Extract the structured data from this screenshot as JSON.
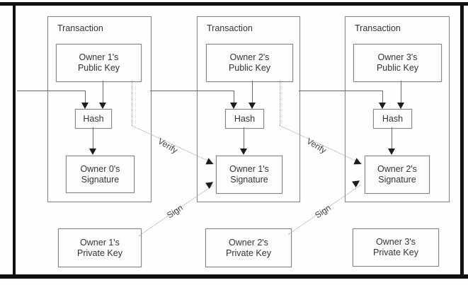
{
  "diagram": {
    "title_semantic": "bitcoin-transaction-chain-diagram",
    "colors": {
      "frame_color": "#111111",
      "line_color": "#666666",
      "box_border_color": "#858585",
      "text_color": "#333333",
      "dotted_color": "#999999",
      "arrow_color": "#1c1c1c"
    },
    "transactions": [
      {
        "title": "Transaction",
        "public_key_line1": "Owner 1's",
        "public_key_line2": "Public Key",
        "hash_label": "Hash",
        "signature_line1": "Owner 0's",
        "signature_line2": "Signature"
      },
      {
        "title": "Transaction",
        "public_key_line1": "Owner 2's",
        "public_key_line2": "Public Key",
        "hash_label": "Hash",
        "signature_line1": "Owner 1's",
        "signature_line2": "Signature"
      },
      {
        "title": "Transaction",
        "public_key_line1": "Owner 3's",
        "public_key_line2": "Public Key",
        "hash_label": "Hash",
        "signature_line1": "Owner 2's",
        "signature_line2": "Signature"
      }
    ],
    "private_keys": [
      {
        "line1": "Owner 1's",
        "line2": "Private Key"
      },
      {
        "line1": "Owner 2's",
        "line2": "Private Key"
      },
      {
        "line1": "Owner 3's",
        "line2": "Private Key"
      }
    ],
    "verify_label": "Verify",
    "sign_label": "Sign"
  }
}
